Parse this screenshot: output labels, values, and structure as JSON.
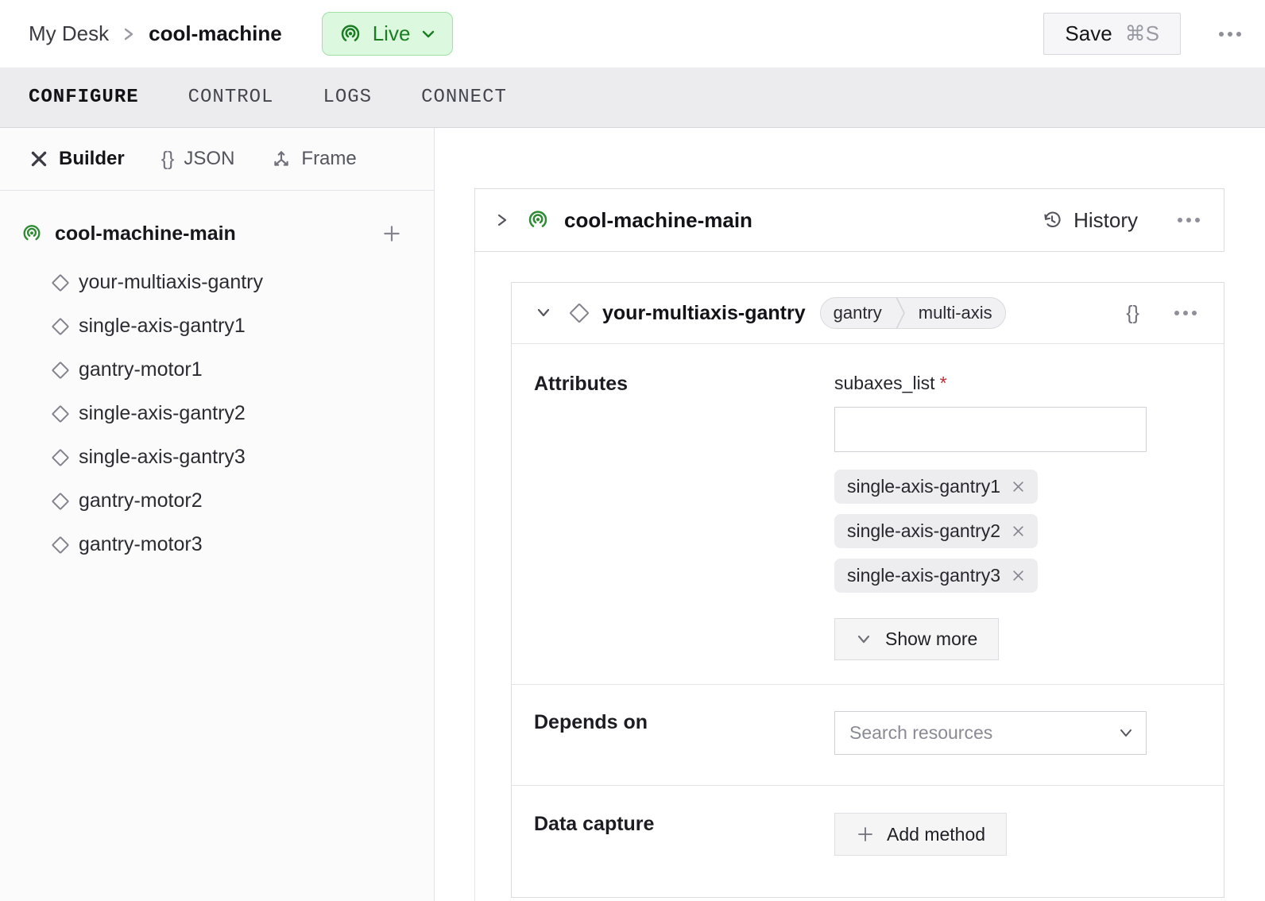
{
  "header": {
    "breadcrumb": {
      "parent": "My Desk",
      "current": "cool-machine"
    },
    "live_badge": {
      "label": "Live"
    },
    "save_button": {
      "label": "Save",
      "shortcut": "⌘S"
    }
  },
  "tabs": {
    "items": [
      {
        "label": "CONFIGURE",
        "active": true
      },
      {
        "label": "CONTROL",
        "active": false
      },
      {
        "label": "LOGS",
        "active": false
      },
      {
        "label": "CONNECT",
        "active": false
      }
    ]
  },
  "sidebar": {
    "modes": {
      "builder": "Builder",
      "json": "JSON",
      "frame": "Frame",
      "braces_glyph": "{}"
    },
    "tree": {
      "root": "cool-machine-main",
      "children": [
        "your-multiaxis-gantry",
        "single-axis-gantry1",
        "gantry-motor1",
        "single-axis-gantry2",
        "single-axis-gantry3",
        "gantry-motor2",
        "gantry-motor3"
      ]
    }
  },
  "main": {
    "machine_panel": {
      "title": "cool-machine-main",
      "history_label": "History"
    },
    "card": {
      "title": "your-multiaxis-gantry",
      "badges": [
        "gantry",
        "multi-axis"
      ],
      "braces_glyph": "{}",
      "attributes": {
        "label": "Attributes",
        "field_label": "subaxes_list",
        "required_marker": "*",
        "input_value": "",
        "chips": [
          "single-axis-gantry1",
          "single-axis-gantry2",
          "single-axis-gantry3"
        ],
        "show_more_label": "Show more"
      },
      "depends_on": {
        "label": "Depends on",
        "placeholder": "Search resources"
      },
      "data_capture": {
        "label": "Data capture",
        "add_method_label": "Add method"
      }
    }
  },
  "colors": {
    "brand_green": "#2e8b33",
    "live_bg": "#dcf8de",
    "live_border": "#9fe1a5",
    "live_text": "#1b7d22",
    "required_red": "#bb2d31"
  }
}
